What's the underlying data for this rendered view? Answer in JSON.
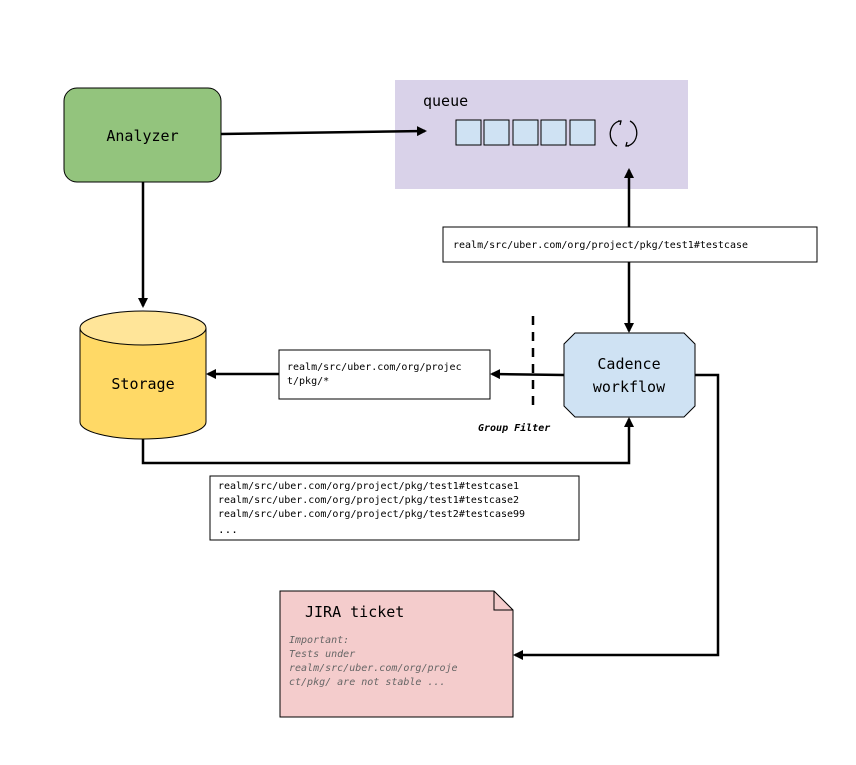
{
  "analyzer": {
    "label": "Analyzer",
    "color": "#93c47d"
  },
  "queue": {
    "label": "queue",
    "bg_color": "#d9d2e9",
    "slot_color": "#cfe2f3",
    "slots": 5,
    "icon": "refresh-cycle-icon"
  },
  "storage": {
    "label": "Storage",
    "color": "#ffd966",
    "top_color": "#ffe599"
  },
  "cadence": {
    "line1": "Cadence",
    "line2": "workflow",
    "color": "#cfe2f3"
  },
  "test_path_box": {
    "text": "realm/src/uber.com/org/project/pkg/test1#testcase"
  },
  "prefix_box": {
    "line1": "realm/src/uber.com/org/projec",
    "line2": "t/pkg/*"
  },
  "group_filter": {
    "label": "Group Filter"
  },
  "results_box": {
    "lines": [
      "realm/src/uber.com/org/project/pkg/test1#testcase1",
      "realm/src/uber.com/org/project/pkg/test1#testcase2",
      "realm/src/uber.com/org/project/pkg/test2#testcase99",
      "..."
    ]
  },
  "jira": {
    "title": "JIRA ticket",
    "color": "#f4cccc",
    "body": [
      "Important:",
      "Tests under",
      "realm/src/uber.com/org/proje",
      "ct/pkg/ are not stable ..."
    ]
  }
}
